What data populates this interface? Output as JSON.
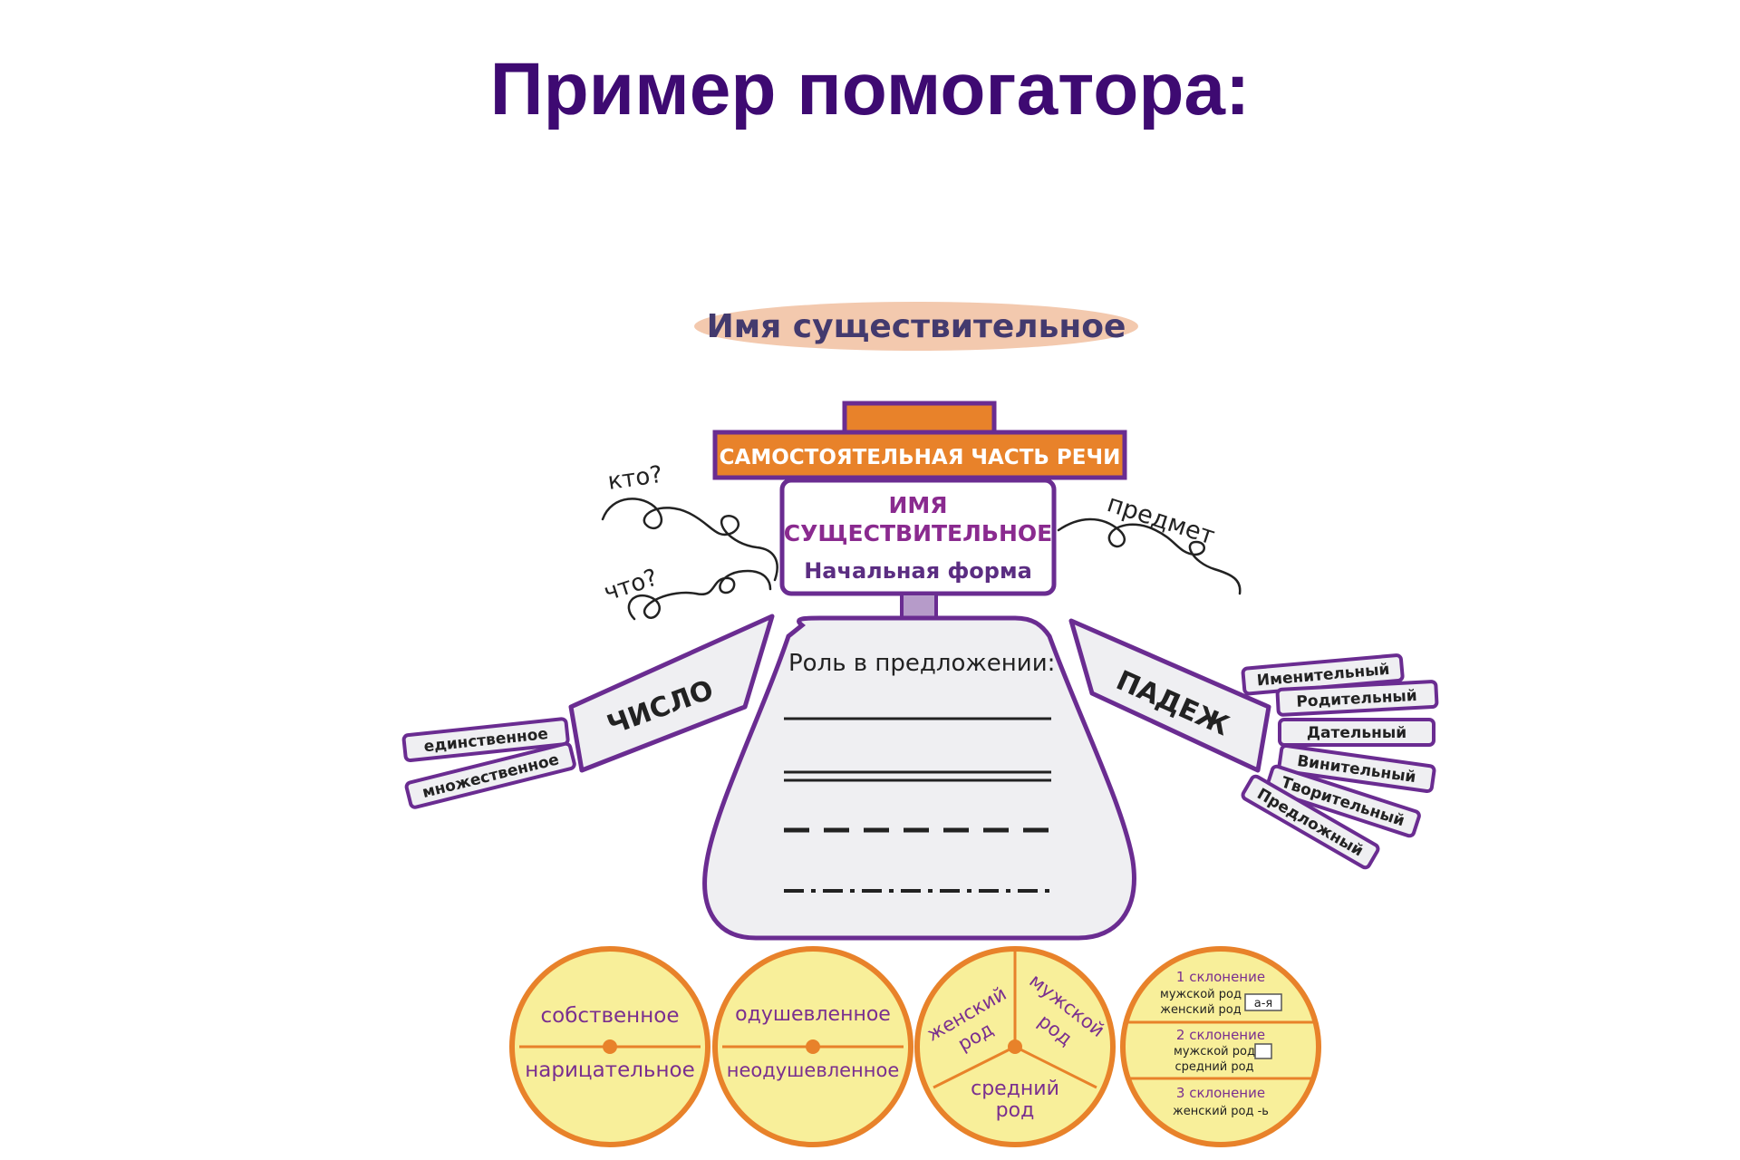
{
  "title": "Пример помогатора:",
  "diagram": {
    "subtitle": "Имя существительное",
    "hat_banner": "САМОСТОЯТЕЛЬНАЯ ЧАСТЬ РЕЧИ",
    "head": {
      "line1": "ИМЯ",
      "line2": "СУЩЕСТВИТЕЛЬНОЕ",
      "line3": "Начальная форма"
    },
    "question_who": "кто?",
    "question_what": "что?",
    "object_word": "предмет",
    "body_title": "Роль в предложении:",
    "left_arm": {
      "label": "ЧИСЛО",
      "items": [
        "единственное",
        "множественное"
      ]
    },
    "right_arm": {
      "label": "ПАДЕЖ",
      "items": [
        "Именительный",
        "Родительный",
        "Дательный",
        "Винительный",
        "Творительный",
        "Предложный"
      ]
    },
    "wheel1": {
      "top": "собственное",
      "bottom": "нарицательное"
    },
    "wheel2": {
      "top": "одушевленное",
      "bottom": "неодушевленное"
    },
    "wheel3": {
      "left1": "женский",
      "left2": "род",
      "right1": "мужской",
      "right2": "род",
      "bottom1": "средний",
      "bottom2": "род"
    },
    "wheel4": {
      "d1_title": "1 склонение",
      "d1_l1": "мужской род",
      "d1_l2": "женский род",
      "d1_end": "а-я",
      "d2_title": "2 склонение",
      "d2_l1": "мужской род",
      "d2_l2": "средний род",
      "d3_title": "3 склонение",
      "d3_l1": "женский род  -ь"
    },
    "colors": {
      "purple": "#6a2c91",
      "orange": "#e8822a",
      "cream": "#f8ef9a",
      "grey": "#efeff2",
      "title": "#3e0a72"
    }
  }
}
